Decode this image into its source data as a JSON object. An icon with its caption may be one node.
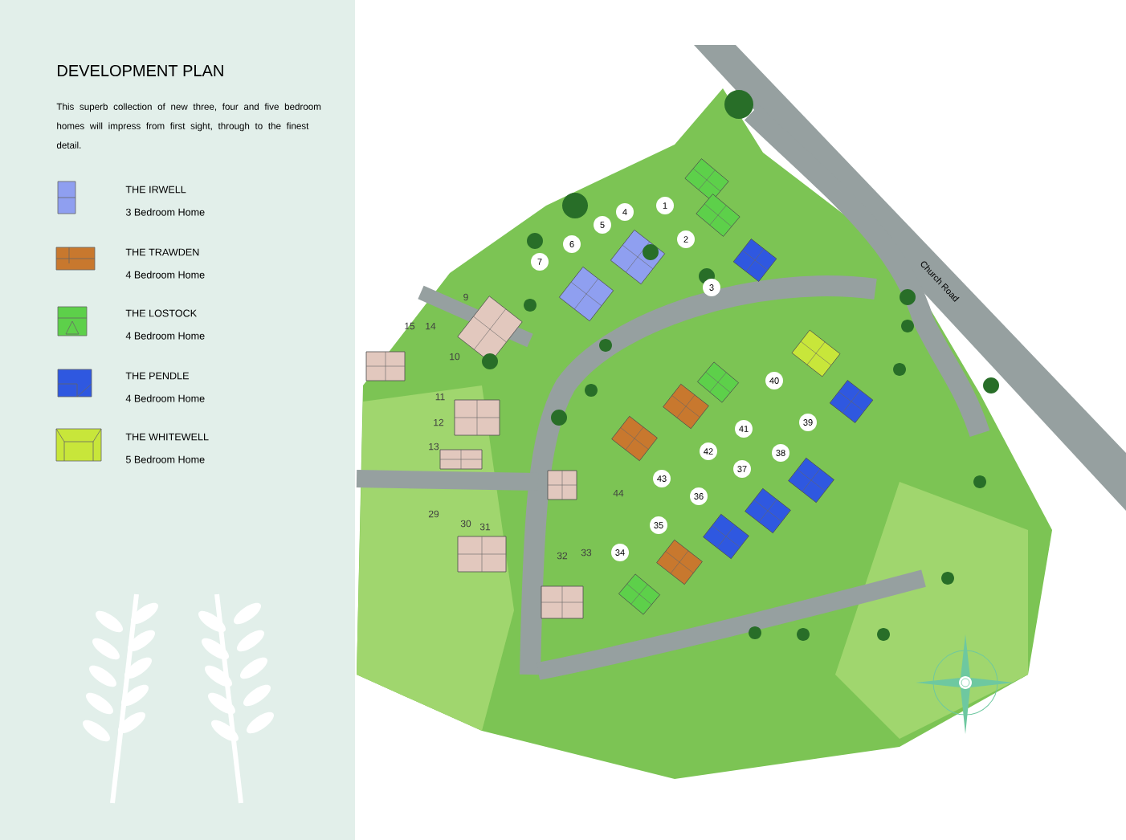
{
  "diagram": {
    "title": "DEVELOPMENT PLAN",
    "caption": "This superb collection of new three, four and five bedroom homes will impress from first sight, through to the finest detail.",
    "nodes": [
      {
        "text": [
          "1"
        ]
      },
      {
        "text": [
          "2"
        ]
      },
      {
        "text": [
          "3"
        ]
      },
      {
        "text": [
          "4"
        ]
      },
      {
        "text": [
          "5"
        ]
      },
      {
        "text": [
          "6"
        ]
      },
      {
        "text": [
          "7"
        ]
      },
      {
        "text": [
          "34"
        ]
      },
      {
        "text": [
          "35"
        ]
      },
      {
        "text": [
          "36"
        ]
      },
      {
        "text": [
          "37"
        ]
      },
      {
        "text": [
          "38"
        ]
      },
      {
        "text": [
          "39"
        ]
      },
      {
        "text": [
          "40"
        ]
      },
      {
        "text": [
          "41"
        ]
      },
      {
        "text": [
          "42"
        ]
      },
      {
        "text": [
          "43"
        ]
      }
    ],
    "labels": [
      "3 Bedroom Home",
      "4 Bedroom Home",
      "4 Bedroom Home",
      "4 Bedroom Home",
      "5 Bedroom Home",
      "Church Road",
      "9",
      "15",
      "14",
      "10",
      "11",
      "12",
      "13",
      "29",
      "30",
      "31",
      "32",
      "33",
      "44"
    ],
    "legend": [
      {
        "text": "THE IRWELL",
        "color": "#8f9ff0"
      },
      {
        "text": "THE TRAWDEN",
        "color": "#c8782e"
      },
      {
        "text": "THE LOSTOCK",
        "color": "#5dd04a"
      },
      {
        "text": "THE PENDLE",
        "color": "#2f58e0"
      },
      {
        "text": "THE WHITEWELL",
        "color": "#c8e63a"
      }
    ]
  }
}
